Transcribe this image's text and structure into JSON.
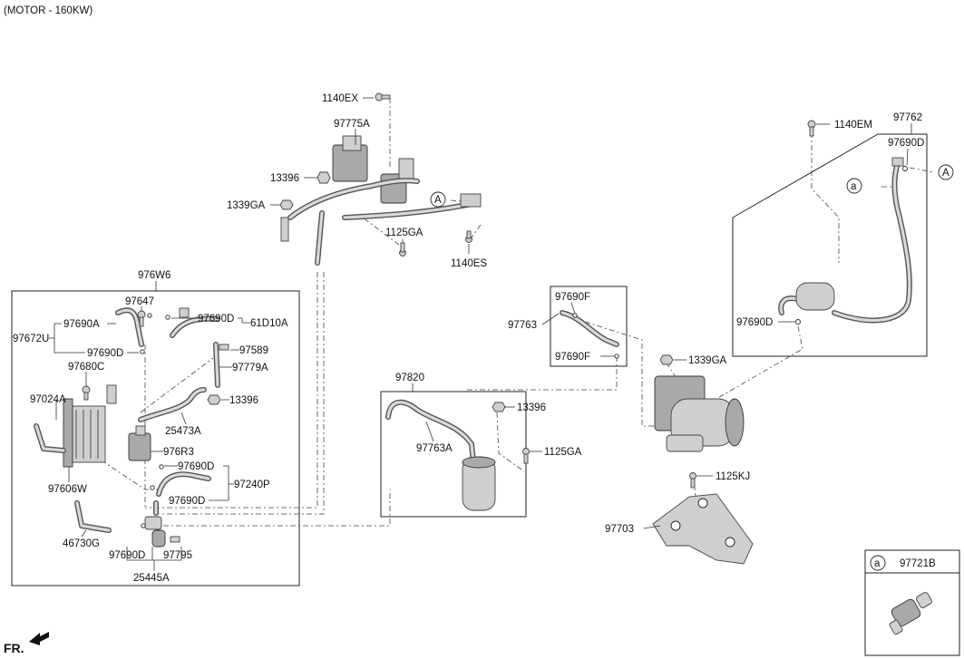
{
  "header": {
    "title": "(MOTOR - 160KW)"
  },
  "footer": {
    "direction": "FR."
  },
  "callouts": {
    "A": "A",
    "a": "a"
  },
  "labels": {
    "l1140EX": "1140EX",
    "l97775A": "97775A",
    "l13396_top": "13396",
    "l1339GA_top": "1339GA",
    "l1125GA_top": "1125GA",
    "l1140ES": "1140ES",
    "l1140EM": "1140EM",
    "l97762": "97762",
    "l97690D_right": "97690D",
    "l97690D_right2": "97690D",
    "l976W6": "976W6",
    "l97647": "97647",
    "l97690A": "97690A",
    "l97690D_a": "97690D",
    "l61D10A": "61D10A",
    "l97672U": "97672U",
    "l97690D_b": "97690D",
    "l97589": "97589",
    "l97680C": "97680C",
    "l97779A": "97779A",
    "l97024A": "97024A",
    "l13396_left": "13396",
    "l25473A": "25473A",
    "l976R3": "976R3",
    "l97690D_c": "97690D",
    "l97240P": "97240P",
    "l97606W": "97606W",
    "l97690D_d": "97690D",
    "l46730G": "46730G",
    "l97690D_e": "97690D",
    "l97795": "97795",
    "l25445A": "25445A",
    "l97690F_top": "97690F",
    "l97763": "97763",
    "l97690F_bot": "97690F",
    "l97820": "97820",
    "l13396_mid": "13396",
    "l97763A": "97763A",
    "l1125GA_mid": "1125GA",
    "l1339GA_right": "1339GA",
    "l1125KJ": "1125KJ",
    "l97703": "97703",
    "l97721B": "97721B"
  }
}
